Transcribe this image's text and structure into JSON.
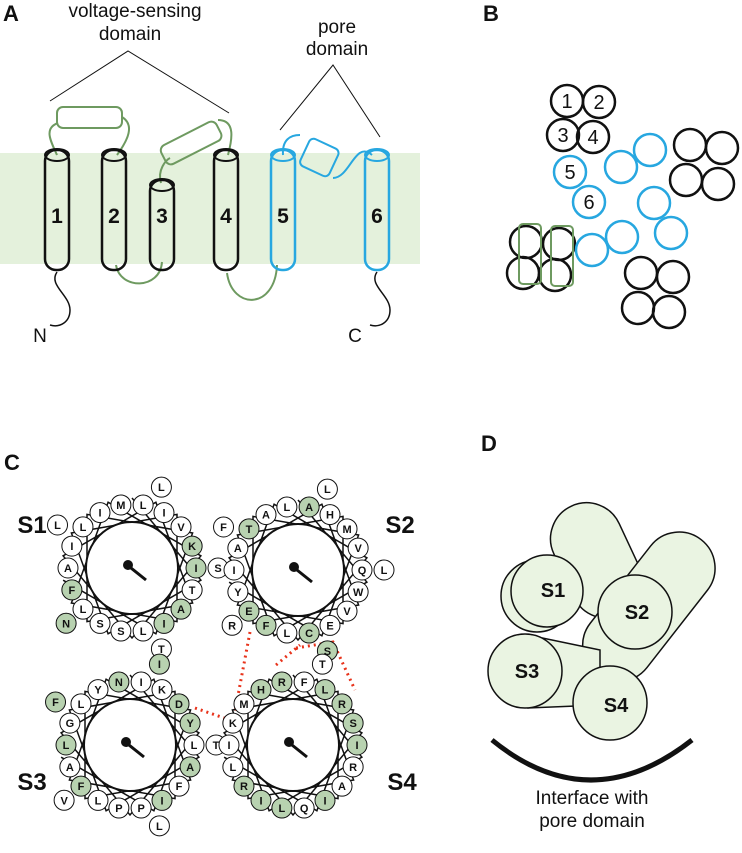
{
  "colors": {
    "membrane": "#e4f1dc",
    "vsd_loop": "#6e9a60",
    "pore": "#27a7e0",
    "black": "#111111",
    "hydrophobic_fill": "#b8d2b0",
    "salt_bridge": "#e8331b",
    "d_fill": "#eaf4e2"
  },
  "panelA": {
    "letter": "A",
    "vsd_label_line1": "voltage-sensing",
    "vsd_label_line2": "domain",
    "pore_label_line1": "pore",
    "pore_label_line2": "domain",
    "segments": [
      "1",
      "2",
      "3",
      "4",
      "5",
      "6"
    ],
    "n_term": "N",
    "c_term": "C"
  },
  "panelB": {
    "letter": "B",
    "labels": [
      "1",
      "2",
      "3",
      "4",
      "5",
      "6"
    ]
  },
  "panelC": {
    "letter": "C",
    "wheels": [
      {
        "name": "S1",
        "residues": [
          {
            "r": "L",
            "h": false
          },
          {
            "r": "I",
            "h": false
          },
          {
            "r": "V",
            "h": false
          },
          {
            "r": "K",
            "h": true
          },
          {
            "r": "I",
            "h": true
          },
          {
            "r": "T",
            "h": false
          },
          {
            "r": "A",
            "h": true
          },
          {
            "r": "I",
            "h": true
          },
          {
            "r": "L",
            "h": false
          },
          {
            "r": "S",
            "h": false
          },
          {
            "r": "S",
            "h": false
          },
          {
            "r": "L",
            "h": false
          },
          {
            "r": "F",
            "h": true
          },
          {
            "r": "A",
            "h": false
          },
          {
            "r": "I",
            "h": false
          },
          {
            "r": "L",
            "h": false
          },
          {
            "r": "I",
            "h": false
          },
          {
            "r": "M",
            "h": false
          }
        ],
        "outer": [
          {
            "r": "L",
            "h": false
          },
          {
            "r": "S",
            "h": false
          },
          {
            "r": "T",
            "h": false
          },
          {
            "r": "N",
            "h": true
          },
          {
            "r": "L",
            "h": false
          }
        ]
      },
      {
        "name": "S2",
        "residues": [
          {
            "r": "A",
            "h": true
          },
          {
            "r": "H",
            "h": false
          },
          {
            "r": "M",
            "h": false
          },
          {
            "r": "V",
            "h": false
          },
          {
            "r": "Q",
            "h": false
          },
          {
            "r": "W",
            "h": false
          },
          {
            "r": "V",
            "h": false
          },
          {
            "r": "E",
            "h": false
          },
          {
            "r": "C",
            "h": true
          },
          {
            "r": "L",
            "h": false
          },
          {
            "r": "F",
            "h": true
          },
          {
            "r": "E",
            "h": true
          },
          {
            "r": "Y",
            "h": false
          },
          {
            "r": "I",
            "h": false
          },
          {
            "r": "A",
            "h": false
          },
          {
            "r": "T",
            "h": true
          },
          {
            "r": "A",
            "h": false
          },
          {
            "r": "L",
            "h": false
          }
        ],
        "outer": [
          {
            "r": "L",
            "h": false
          },
          {
            "r": "L",
            "h": false
          },
          {
            "r": "S",
            "h": true
          },
          {
            "r": "R",
            "h": false
          },
          {
            "r": "F",
            "h": false
          }
        ]
      },
      {
        "name": "S3",
        "residues": [
          {
            "r": "I",
            "h": false
          },
          {
            "r": "K",
            "h": false
          },
          {
            "r": "D",
            "h": true
          },
          {
            "r": "Y",
            "h": true
          },
          {
            "r": "L",
            "h": false
          },
          {
            "r": "A",
            "h": true
          },
          {
            "r": "F",
            "h": false
          },
          {
            "r": "I",
            "h": true
          },
          {
            "r": "P",
            "h": false
          },
          {
            "r": "P",
            "h": false
          },
          {
            "r": "L",
            "h": false
          },
          {
            "r": "F",
            "h": true
          },
          {
            "r": "A",
            "h": false
          },
          {
            "r": "L",
            "h": true
          },
          {
            "r": "G",
            "h": false
          },
          {
            "r": "L",
            "h": false
          },
          {
            "r": "Y",
            "h": false
          },
          {
            "r": "N",
            "h": true
          }
        ],
        "outer": [
          {
            "r": "I",
            "h": true
          },
          {
            "r": "T",
            "h": false
          },
          {
            "r": "L",
            "h": false
          },
          {
            "r": "V",
            "h": false
          },
          {
            "r": "F",
            "h": true
          }
        ]
      },
      {
        "name": "S4",
        "residues": [
          {
            "r": "F",
            "h": false
          },
          {
            "r": "L",
            "h": true
          },
          {
            "r": "R",
            "h": true
          },
          {
            "r": "S",
            "h": true
          },
          {
            "r": "I",
            "h": true
          },
          {
            "r": "R",
            "h": false
          },
          {
            "r": "A",
            "h": false
          },
          {
            "r": "I",
            "h": true
          },
          {
            "r": "Q",
            "h": false
          },
          {
            "r": "L",
            "h": true
          },
          {
            "r": "I",
            "h": true
          },
          {
            "r": "R",
            "h": true
          },
          {
            "r": "L",
            "h": false
          },
          {
            "r": "I",
            "h": false
          },
          {
            "r": "K",
            "h": false
          },
          {
            "r": "M",
            "h": false
          },
          {
            "r": "H",
            "h": true
          },
          {
            "r": "R",
            "h": true
          }
        ],
        "outer": [
          {
            "r": "T",
            "h": false
          }
        ]
      }
    ]
  },
  "panelD": {
    "letter": "D",
    "helices": [
      "S1",
      "S2",
      "S3",
      "S4"
    ],
    "interface_line1": "Interface with",
    "interface_line2": "pore domain"
  }
}
